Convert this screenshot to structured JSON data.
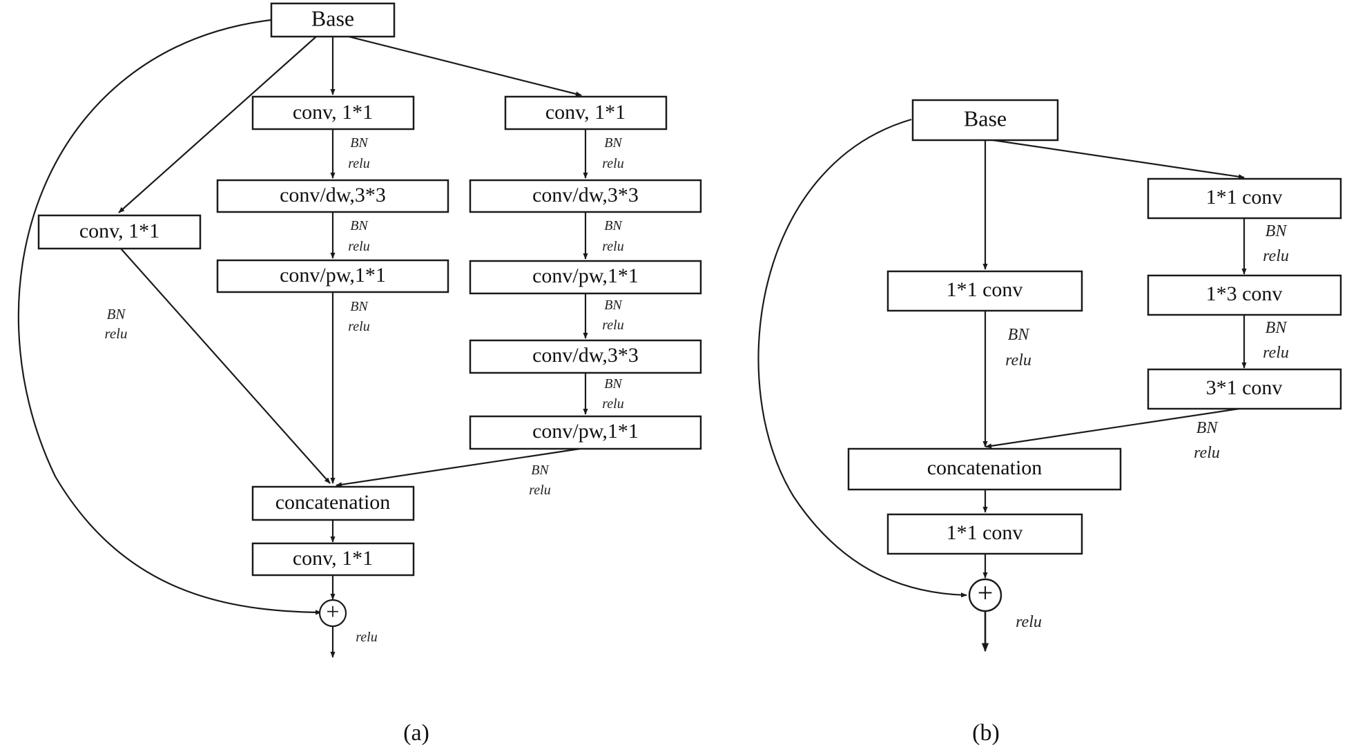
{
  "diagram_a": {
    "caption": "(a)",
    "base": "Base",
    "left_conv": "conv, 1*1",
    "left_note": [
      "BN",
      "relu"
    ],
    "mid_branch": [
      "conv, 1*1",
      "conv/dw,3*3",
      "conv/pw,1*1"
    ],
    "mid_notes": [
      [
        "BN",
        "relu"
      ],
      [
        "BN",
        "relu"
      ],
      [
        "BN",
        "relu"
      ]
    ],
    "right_branch": [
      "conv, 1*1",
      "conv/dw,3*3",
      "conv/pw,1*1",
      "conv/dw,3*3",
      "conv/pw,1*1"
    ],
    "right_notes": [
      [
        "BN",
        "relu"
      ],
      [
        "BN",
        "relu"
      ],
      [
        "BN",
        "relu"
      ],
      [
        "BN",
        "relu"
      ],
      [
        "BN",
        "relu"
      ]
    ],
    "concat": "concatenation",
    "post_conv": "conv, 1*1",
    "plus": "+",
    "out_note": "relu"
  },
  "diagram_b": {
    "caption": "(b)",
    "base": "Base",
    "left_conv": "1*1 conv",
    "left_note": [
      "BN",
      "relu"
    ],
    "right_branch": [
      "1*1 conv",
      "1*3 conv",
      "3*1 conv"
    ],
    "right_notes": [
      [
        "BN",
        "relu"
      ],
      [
        "BN",
        "relu"
      ],
      [
        "BN",
        "relu"
      ]
    ],
    "concat": "concatenation",
    "post_conv": "1*1 conv",
    "plus": "+",
    "out_note": "relu"
  }
}
